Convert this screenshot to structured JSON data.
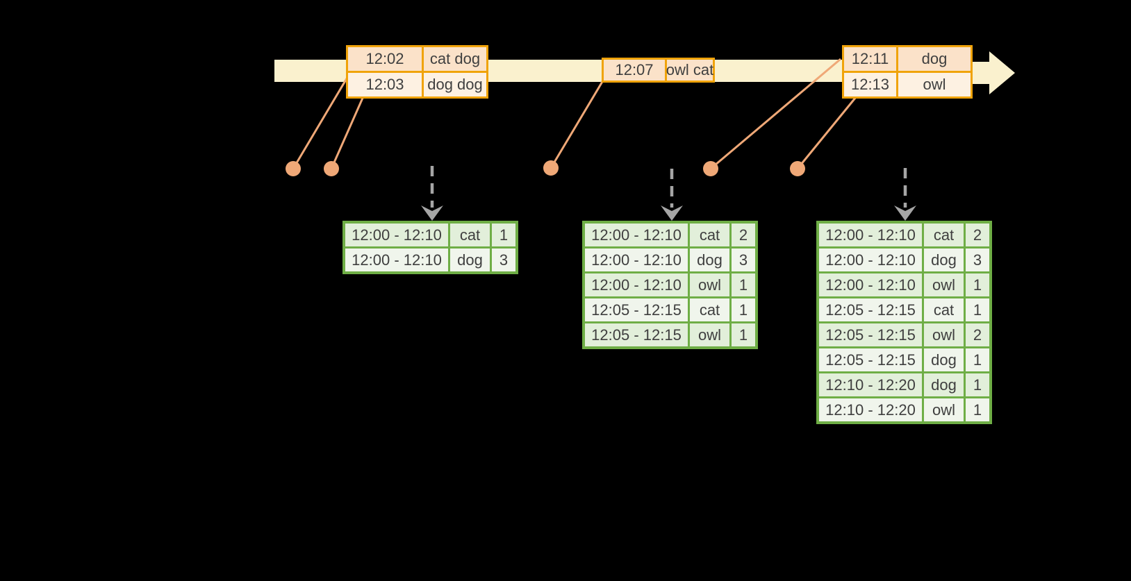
{
  "colors": {
    "background": "#000000",
    "timeline_fill": "#FAF1CE",
    "event_border": "#F0A30A",
    "event_row_dark": "#FBE2C9",
    "event_row_light": "#FDF1E2",
    "connector": "#EFA877",
    "result_border": "#6FAE46",
    "result_row_dark": "#E2EFDA",
    "result_row_light": "#F0F5EC",
    "arrow_gray": "#A6A6A6",
    "text_color": "#3F3F3F"
  },
  "event_tables": [
    {
      "rows": [
        {
          "time": "12:02",
          "words": "cat dog"
        },
        {
          "time": "12:03",
          "words": "dog dog"
        }
      ]
    },
    {
      "rows": [
        {
          "time": "12:07",
          "words": "owl cat"
        }
      ]
    },
    {
      "rows": [
        {
          "time": "12:11",
          "words": "dog"
        },
        {
          "time": "12:13",
          "words": "owl"
        }
      ]
    }
  ],
  "result_tables": [
    {
      "rows": [
        {
          "window": "12:00 - 12:10",
          "word": "cat",
          "count": "1"
        },
        {
          "window": "12:00 - 12:10",
          "word": "dog",
          "count": "3"
        }
      ]
    },
    {
      "rows": [
        {
          "window": "12:00 - 12:10",
          "word": "cat",
          "count": "2"
        },
        {
          "window": "12:00 - 12:10",
          "word": "dog",
          "count": "3"
        },
        {
          "window": "12:00 - 12:10",
          "word": "owl",
          "count": "1"
        },
        {
          "window": "12:05 - 12:15",
          "word": "cat",
          "count": "1"
        },
        {
          "window": "12:05 - 12:15",
          "word": "owl",
          "count": "1"
        }
      ]
    },
    {
      "rows": [
        {
          "window": "12:00 - 12:10",
          "word": "cat",
          "count": "2"
        },
        {
          "window": "12:00 - 12:10",
          "word": "dog",
          "count": "3"
        },
        {
          "window": "12:00 - 12:10",
          "word": "owl",
          "count": "1"
        },
        {
          "window": "12:05 - 12:15",
          "word": "cat",
          "count": "1"
        },
        {
          "window": "12:05 - 12:15",
          "word": "owl",
          "count": "2"
        },
        {
          "window": "12:05 - 12:15",
          "word": "dog",
          "count": "1"
        },
        {
          "window": "12:10 - 12:20",
          "word": "dog",
          "count": "1"
        },
        {
          "window": "12:10 - 12:20",
          "word": "owl",
          "count": "1"
        }
      ]
    }
  ]
}
